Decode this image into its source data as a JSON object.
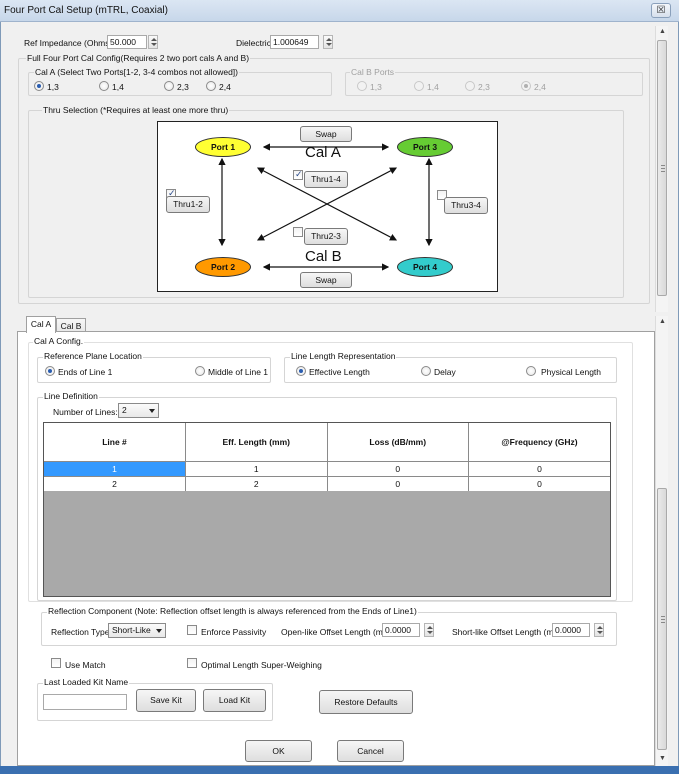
{
  "window": {
    "title": "Four Port Cal Setup (mTRL, Coaxial)",
    "close_glyph": "☒"
  },
  "top": {
    "ref_impedance": {
      "label": "Ref Impedance (Ohms)",
      "value": "50.000"
    },
    "dielectric": {
      "label": "Dielectric",
      "value": "1.000649"
    },
    "full_config_label": "Full Four Port Cal Config(Requires 2 two port cals A and B)",
    "cal_a": {
      "label": "Cal A (Select Two Ports[1-2, 3-4 combos not allowed])",
      "options": [
        "1,3",
        "1,4",
        "2,3",
        "2,4"
      ],
      "selected": "1,3"
    },
    "cal_b": {
      "label": "Cal B Ports",
      "options": [
        "1,3",
        "1,4",
        "2,3",
        "2,4"
      ],
      "selected": "2,4"
    },
    "thru_selection_label": "Thru Selection (*Requires at least one more thru)",
    "diagram": {
      "ports": [
        "Port 1",
        "Port 2",
        "Port 3",
        "Port 4"
      ],
      "cal_a_label": "Cal A",
      "cal_b_label": "Cal B",
      "swap_label": "Swap",
      "thrus": [
        {
          "label": "Thru1-2",
          "checked": true
        },
        {
          "label": "Thru1-4",
          "checked": true
        },
        {
          "label": "Thru2-3",
          "checked": false
        },
        {
          "label": "Thru3-4",
          "checked": false
        }
      ],
      "colors": {
        "port1": "#ffff33",
        "port2": "#ff9900",
        "port3": "#66cc33",
        "port4": "#33cccc"
      }
    }
  },
  "tabs": {
    "items": [
      "Cal A",
      "Cal B"
    ],
    "active": "Cal A"
  },
  "cal_a_config": {
    "group_label": "Cal A Config.",
    "ref_plane": {
      "label": "Reference Plane Location",
      "options": [
        "Ends of Line 1",
        "Middle of Line 1"
      ],
      "selected": "Ends of Line 1"
    },
    "line_length": {
      "label": "Line Length Representation",
      "options": [
        "Effective Length",
        "Delay",
        "Physical Length"
      ],
      "selected": "Effective Length"
    },
    "line_def": {
      "label": "Line Definition",
      "num_lines_label": "Number of Lines:",
      "num_lines": "2",
      "columns": [
        "Line #",
        "Eff. Length (mm)",
        "Loss (dB/mm)",
        "@Frequency (GHz)"
      ],
      "rows": [
        [
          "1",
          "1",
          "0",
          "0"
        ],
        [
          "2",
          "2",
          "0",
          "0"
        ]
      ]
    },
    "reflection": {
      "label": "Reflection Component (Note: Reflection offset length is always referenced from the Ends of Line1)",
      "type_label": "Reflection Type",
      "type_value": "Short-Like",
      "enforce_passivity": "Enforce Passivity",
      "open_offset_label": "Open-like Offset Length (mm)",
      "open_offset_value": "0.0000",
      "short_offset_label": "Short-like Offset Length (mm)",
      "short_offset_value": "0.0000"
    },
    "use_match": "Use Match",
    "optimal_length": "Optimal Length Super-Weighing",
    "kit": {
      "label": "Last Loaded Kit Name",
      "value": "",
      "save": "Save Kit",
      "load": "Load Kit"
    },
    "restore_defaults": "Restore Defaults"
  },
  "footer": {
    "ok": "OK",
    "cancel": "Cancel"
  }
}
